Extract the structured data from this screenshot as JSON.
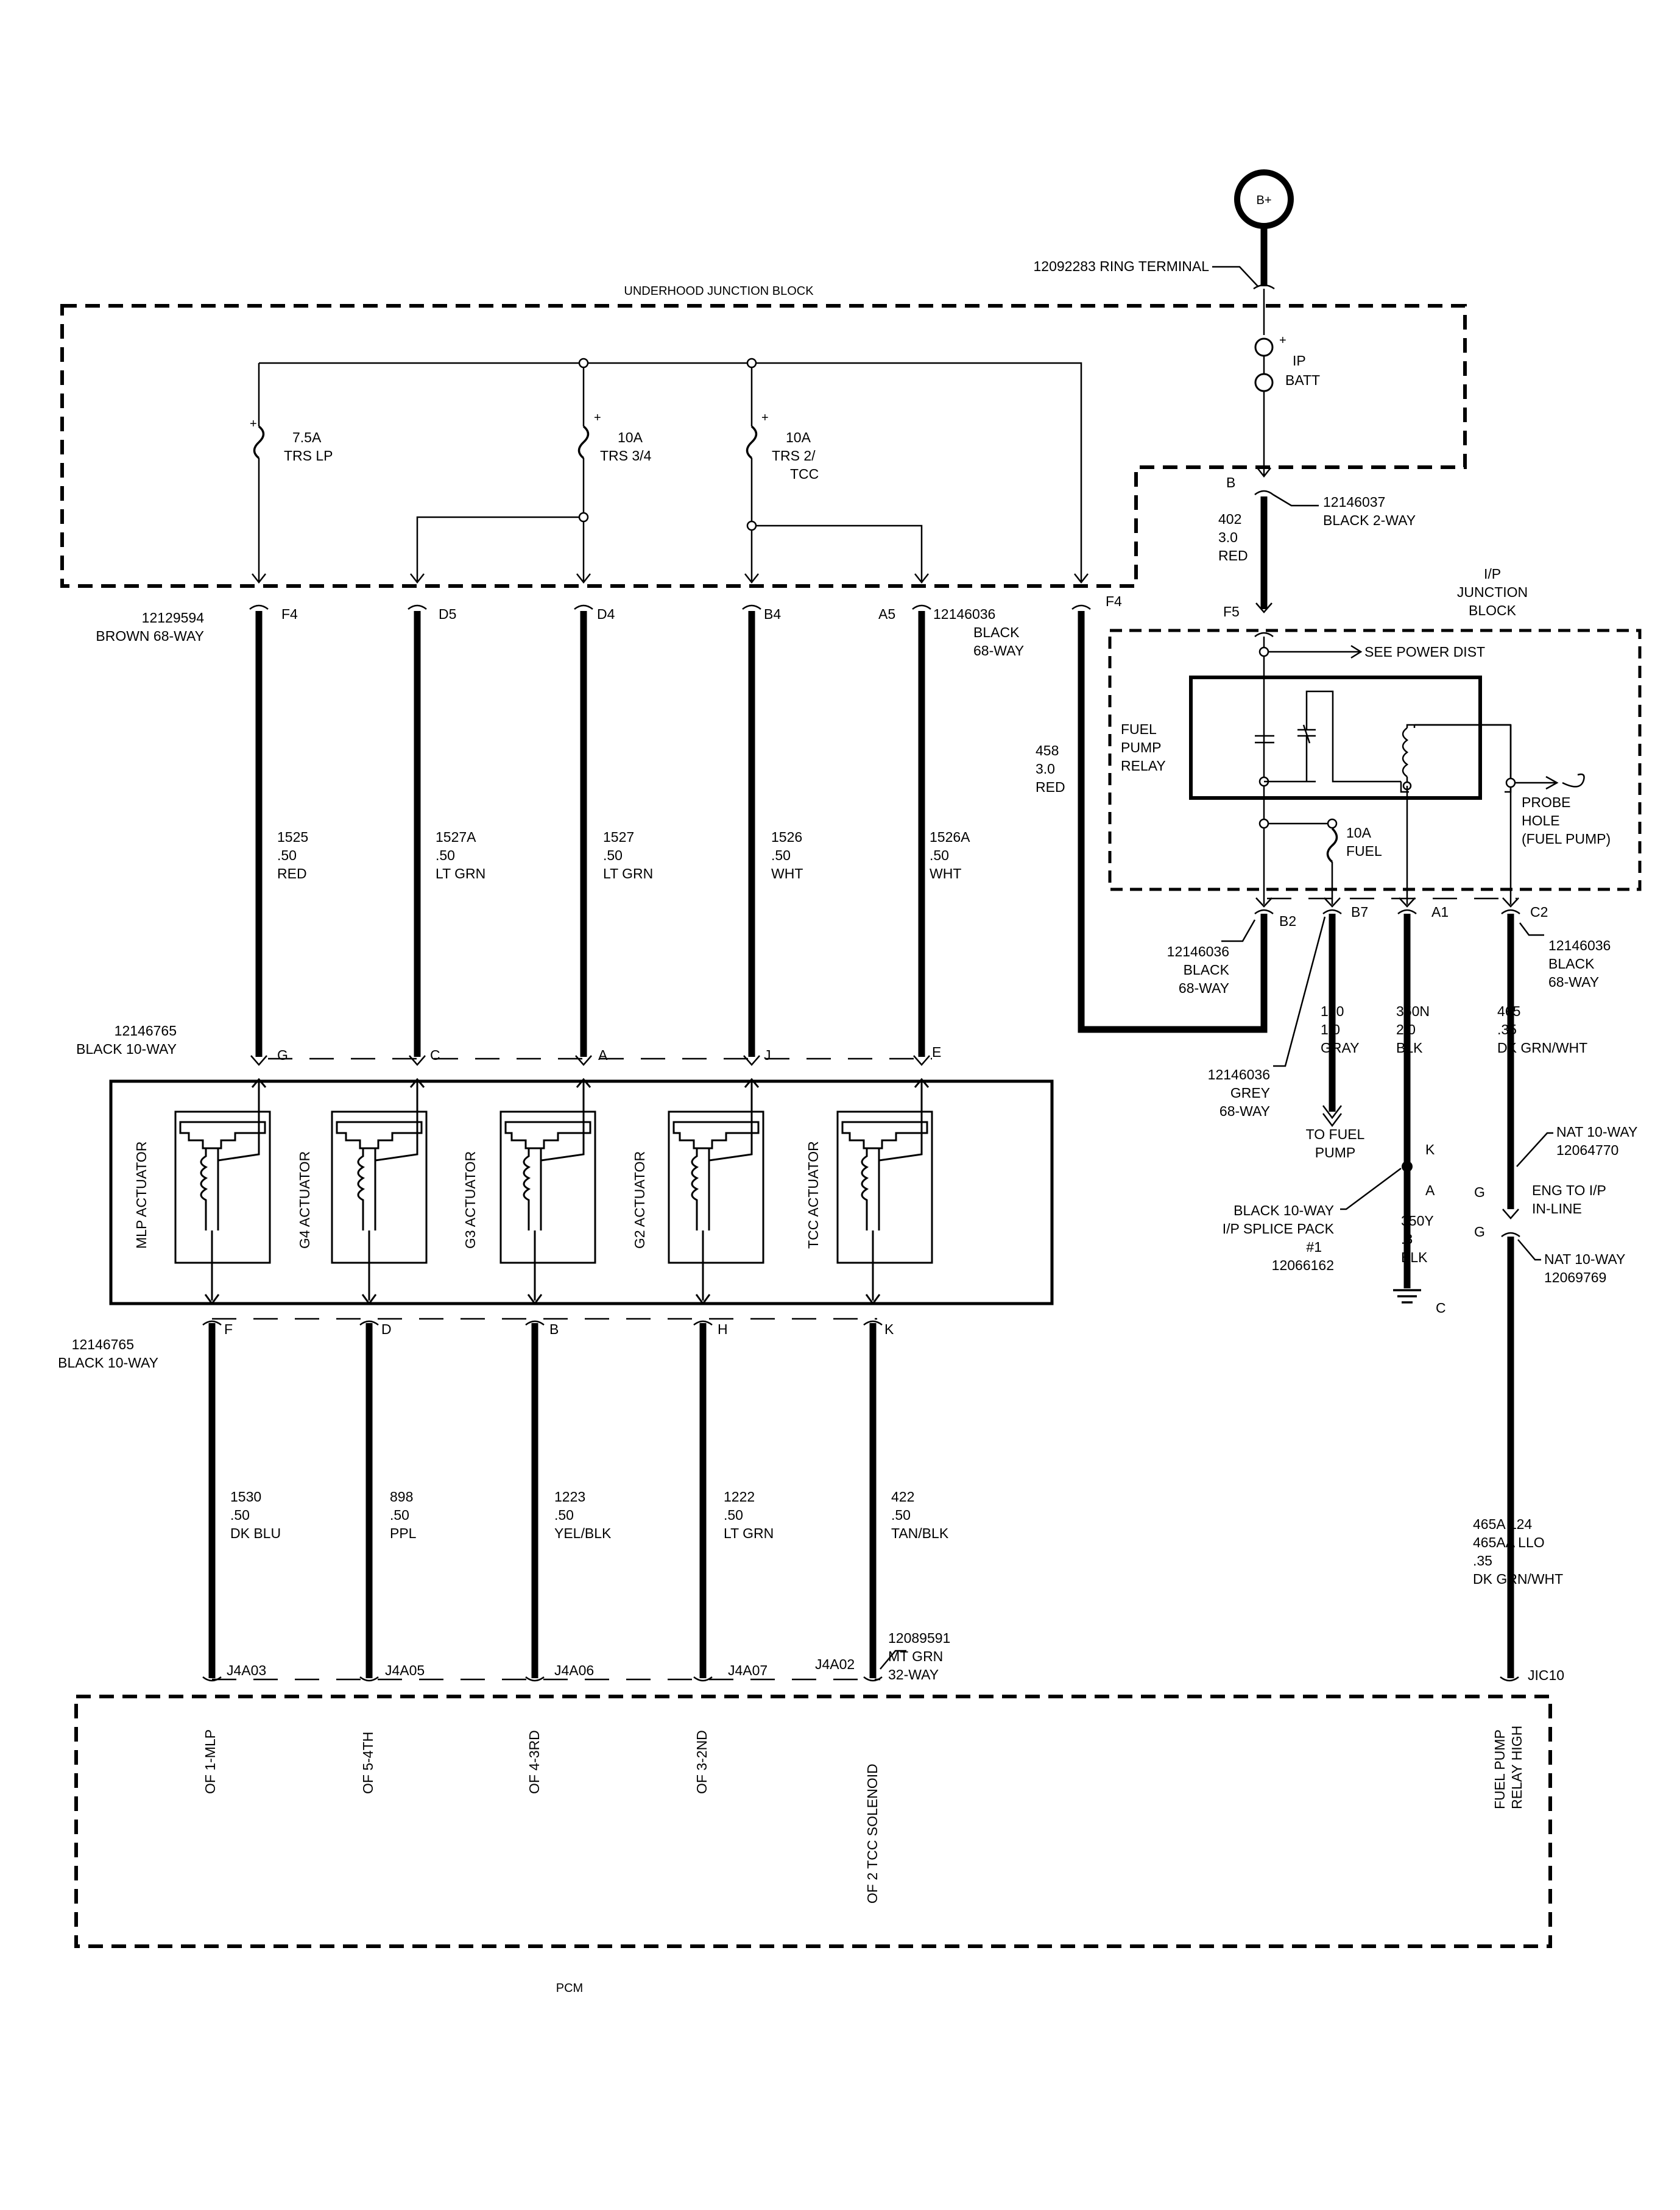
{
  "power": {
    "symbol": "B+",
    "ring_terminal": "12092283 RING TERMINAL"
  },
  "blocks": {
    "underhood": "UNDERHOOD JUNCTION BLOCK",
    "ip_line1": "I/P",
    "ip_line2": "JUNCTION",
    "ip_line3": "BLOCK",
    "pcm": "PCM"
  },
  "fuses": [
    {
      "amp": "7.5A",
      "name": "TRS LP",
      "name2": ""
    },
    {
      "amp": "10A",
      "name": "TRS 3/4",
      "name2": ""
    },
    {
      "amp": "10A",
      "name": "TRS 2/",
      "name2": "TCC"
    },
    {
      "amp": "IP",
      "name": "BATT",
      "name2": ""
    },
    {
      "amp": "10A",
      "name": "FUEL",
      "name2": ""
    }
  ],
  "plus_sign": "+",
  "connectors": {
    "b_pin": "B",
    "b_part": "12146037",
    "b_name": "BLACK 2-WAY",
    "uh_left_part": "12129594",
    "uh_left_name": "BROWN 68-WAY",
    "uh_right_part": "12146036",
    "uh_right_name": "BLACK",
    "uh_right_name2": "68-WAY",
    "act_top_part": "12146765",
    "act_top_name": "BLACK 10-WAY",
    "act_bot_part": "12146765",
    "act_bot_name": "BLACK 10-WAY",
    "pcm_part": "12089591",
    "pcm_name": "MT GRN",
    "pcm_name2": "32-WAY",
    "ip_b2_part": "12146036",
    "ip_b2_name": "BLACK",
    "ip_b2_name2": "68-WAY",
    "ip_b7_part": "12146036",
    "ip_b7_name": "GREY",
    "ip_b7_name2": "68-WAY",
    "ip_c2_part": "12146036",
    "ip_c2_name": "BLACK",
    "ip_c2_name2": "68-WAY",
    "nat_top_name": "NAT 10-WAY",
    "nat_top_part": "12064770",
    "nat_bot_name": "NAT 10-WAY",
    "nat_bot_part": "12069769",
    "eng_ip": "ENG TO I/P",
    "inline": "IN-LINE",
    "splice_name": "BLACK 10-WAY",
    "splice_name2": "I/P SPLICE PACK",
    "splice_name3": "#1",
    "splice_part": "12066162"
  },
  "pins": {
    "uh": [
      "F4",
      "D5",
      "D4",
      "B4",
      "A5",
      "F4"
    ],
    "f5": "F5",
    "act_top": [
      "G",
      "C",
      "A",
      "J",
      "E"
    ],
    "act_bot": [
      "F",
      "D",
      "B",
      "H",
      "K"
    ],
    "pcm": [
      "J4A03",
      "J4A05",
      "J4A06",
      "J4A07",
      "J4A02",
      "JIC10"
    ],
    "ip_bottom": [
      "B2",
      "B7",
      "A1",
      "C2"
    ],
    "splice": [
      "K",
      "A"
    ],
    "ground": "C",
    "nat": [
      "G",
      "G"
    ]
  },
  "wires": {
    "w402": [
      "402",
      "3.0",
      "RED"
    ],
    "w458": [
      "458",
      "3.0",
      "RED"
    ],
    "w1525": [
      "1525",
      ".50",
      "RED"
    ],
    "w1527A": [
      "1527A",
      ".50",
      "LT GRN"
    ],
    "w1527": [
      "1527",
      ".50",
      "LT GRN"
    ],
    "w1526": [
      "1526",
      ".50",
      "WHT"
    ],
    "w1526A": [
      "1526A",
      ".50",
      "WHT"
    ],
    "w1530": [
      "1530",
      ".50",
      "DK BLU"
    ],
    "w898": [
      "898",
      ".50",
      "PPL"
    ],
    "w1223": [
      "1223",
      ".50",
      "YEL/BLK"
    ],
    "w1222": [
      "1222",
      ".50",
      "LT GRN"
    ],
    "w422": [
      "422",
      ".50",
      "TAN/BLK"
    ],
    "w120": [
      "120",
      "1.0",
      "GRAY"
    ],
    "w350N": [
      "350N",
      "2.0",
      "BLK"
    ],
    "w350Y": [
      "350Y",
      ".8",
      "BLK"
    ],
    "w465": [
      "465",
      ".35",
      "DK GRN/WHT"
    ],
    "w465A": [
      "465A L24",
      "465AA LLO",
      ".35",
      "DK GRN/WHT"
    ]
  },
  "actuators": [
    "MLP ACTUATOR",
    "G4 ACTUATOR",
    "G3 ACTUATOR",
    "G2 ACTUATOR",
    "TCC ACTUATOR"
  ],
  "relay": {
    "line1": "FUEL",
    "line2": "PUMP",
    "line3": "RELAY"
  },
  "see_power": "SEE POWER DIST",
  "probe": {
    "line1": "PROBE",
    "line2": "HOLE",
    "line3": "(FUEL PUMP)"
  },
  "to_fuel_pump": {
    "line1": "TO FUEL",
    "line2": "PUMP"
  },
  "pcm_functions": [
    "OF 1-MLP",
    "OF 5-4TH",
    "OF 4-3RD",
    "OF 3-2ND",
    "OF 2 TCC SOLENOID"
  ],
  "fuel_pump_relay_high": {
    "line1": "FUEL PUMP",
    "line2": "RELAY HIGH"
  }
}
